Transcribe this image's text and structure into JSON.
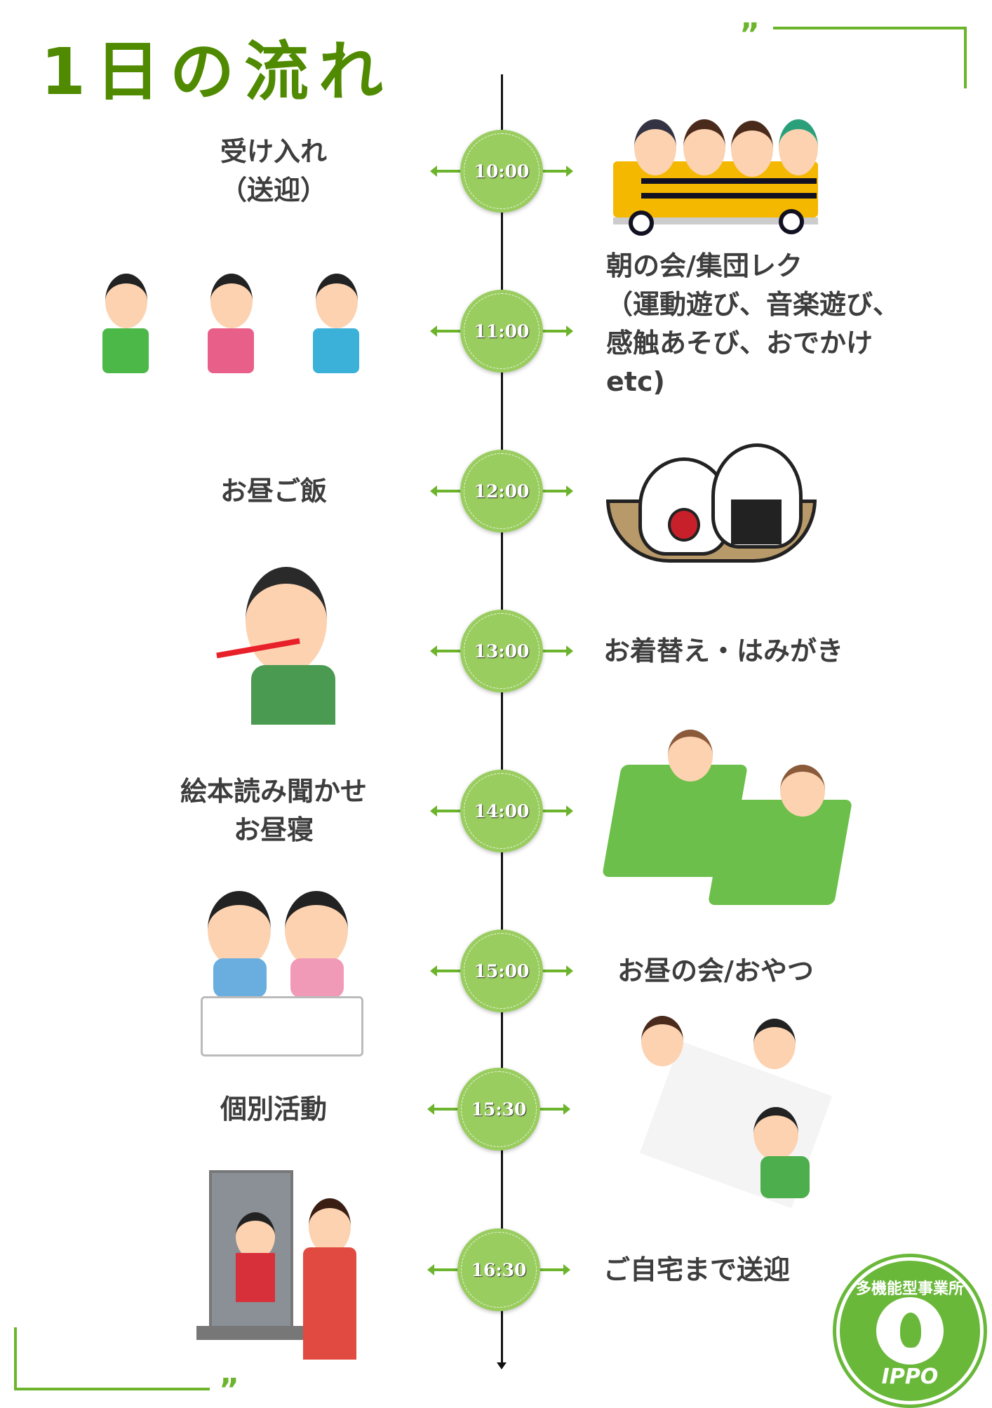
{
  "title": "1日の流れ",
  "quote_mark": "”",
  "schedule": [
    {
      "time": "10:00",
      "label": "受け入れ\n（送迎）",
      "side": "left",
      "image": "school-bus-children"
    },
    {
      "time": "11:00",
      "label": "朝の会/集団レク\n（運動遊び、音楽遊び、\n感触あそび、おでかけ\netc)",
      "side": "right",
      "image": "dancing-children"
    },
    {
      "time": "12:00",
      "label": "お昼ご飯",
      "side": "left",
      "image": "rice-balls"
    },
    {
      "time": "13:00",
      "label": "お着替え・はみがき",
      "side": "right",
      "image": "child-brushing-teeth"
    },
    {
      "time": "14:00",
      "label": "絵本読み聞かせ\nお昼寝",
      "side": "left",
      "image": "children-sleeping"
    },
    {
      "time": "15:00",
      "label": "お昼の会/おやつ",
      "side": "right",
      "image": "children-eating-snack"
    },
    {
      "time": "15:30",
      "label": "個別活動",
      "side": "left",
      "image": "children-drawing"
    },
    {
      "time": "16:30",
      "label": "ご自宅まで送迎",
      "side": "right",
      "image": "child-at-door"
    }
  ],
  "logo": {
    "arc_text": "多機能型事業所",
    "name": "IPPO"
  },
  "colors": {
    "title": "#4f8a00",
    "accent": "#6cb42c",
    "node": "#9acd5f"
  }
}
